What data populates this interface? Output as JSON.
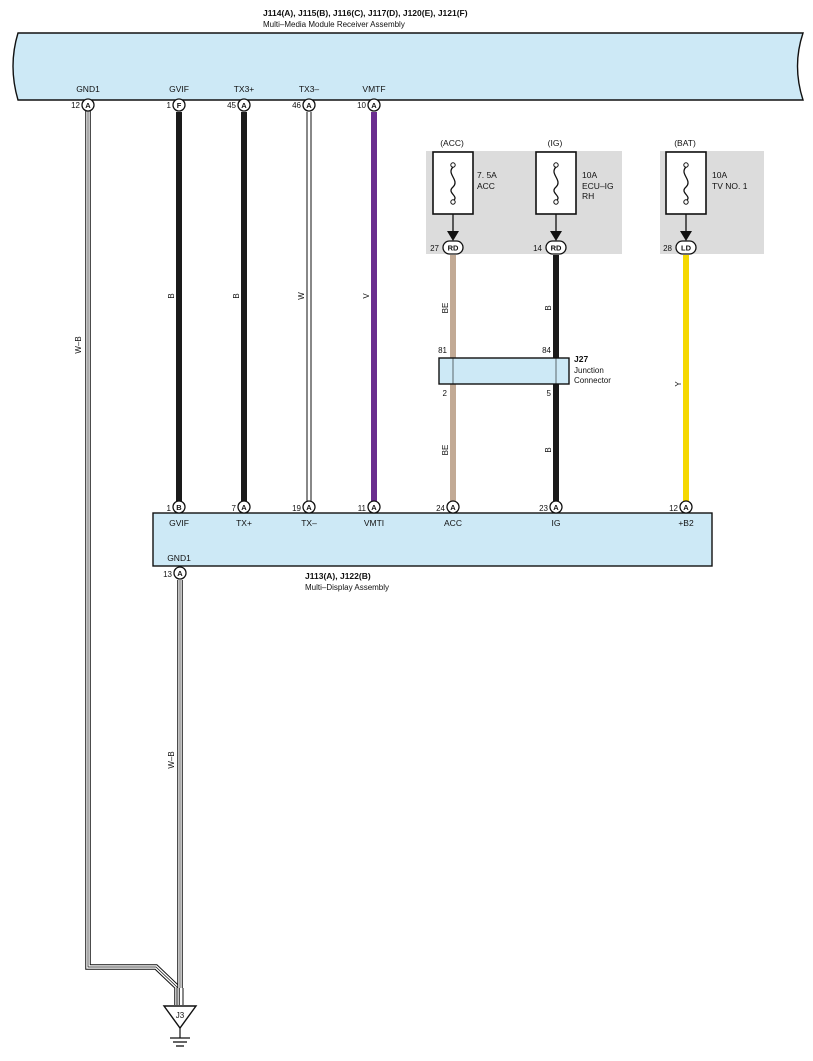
{
  "top_component": {
    "ids": "J114(A), J115(B), J116(C), J117(D), J120(E), J121(F)",
    "name": "Multi–Media Module Receiver Assembly",
    "terminals": [
      {
        "name": "GND1",
        "pin": "12",
        "conn": "A"
      },
      {
        "name": "GVIF",
        "pin": "1",
        "conn": "F"
      },
      {
        "name": "TX3+",
        "pin": "45",
        "conn": "A"
      },
      {
        "name": "TX3–",
        "pin": "46",
        "conn": "A"
      },
      {
        "name": "VMTF",
        "pin": "10",
        "conn": "A"
      }
    ]
  },
  "fuses": [
    {
      "source": "(ACC)",
      "rating": "7. 5A",
      "name": "ACC",
      "pin": "27",
      "conn": "RD"
    },
    {
      "source": "(IG)",
      "rating": "10A",
      "name": "ECU–IG\nRH",
      "pin": "14",
      "conn": "RD"
    },
    {
      "source": "(BAT)",
      "rating": "10A",
      "name": "TV NO. 1",
      "pin": "28",
      "conn": "LD"
    }
  ],
  "junction": {
    "id": "J27",
    "name": "Junction\nConnector",
    "pins_top": [
      "81",
      "84"
    ],
    "pins_bottom": [
      "2",
      "5"
    ]
  },
  "wires": [
    {
      "id": "gnd-top",
      "color_code": "W–B",
      "color": "#ffffff"
    },
    {
      "id": "gvif",
      "color_code": "B",
      "color": "#1a1a1a"
    },
    {
      "id": "tx-plus",
      "color_code": "B",
      "color": "#1a1a1a"
    },
    {
      "id": "tx-minus",
      "color_code": "W",
      "color": "#ffffff"
    },
    {
      "id": "vmt",
      "color_code": "V",
      "color": "#6a2d8f"
    },
    {
      "id": "acc",
      "color_code": "BE",
      "color": "#c2aa95"
    },
    {
      "id": "ig",
      "color_code": "B",
      "color": "#1a1a1a"
    },
    {
      "id": "b2",
      "color_code": "Y",
      "color": "#f5d800"
    },
    {
      "id": "gnd-bottom",
      "color_code": "W–B",
      "color": "#ffffff"
    }
  ],
  "bottom_component": {
    "ids": "J113(A), J122(B)",
    "name": "Multi–Display Assembly",
    "terminals": [
      {
        "name": "GVIF",
        "pin": "1",
        "conn": "B"
      },
      {
        "name": "TX+",
        "pin": "7",
        "conn": "A"
      },
      {
        "name": "TX–",
        "pin": "19",
        "conn": "A"
      },
      {
        "name": "VMTI",
        "pin": "11",
        "conn": "A"
      },
      {
        "name": "ACC",
        "pin": "24",
        "conn": "A"
      },
      {
        "name": "IG",
        "pin": "23",
        "conn": "A"
      },
      {
        "name": "+B2",
        "pin": "12",
        "conn": "A"
      }
    ],
    "ground_terminal": {
      "name": "GND1",
      "pin": "13",
      "conn": "A"
    }
  },
  "ground_point": {
    "id": "J3"
  },
  "colors": {
    "component_fill": "#cde9f6",
    "fuse_box_fill": "#dcdcdc",
    "outline": "#111111"
  }
}
